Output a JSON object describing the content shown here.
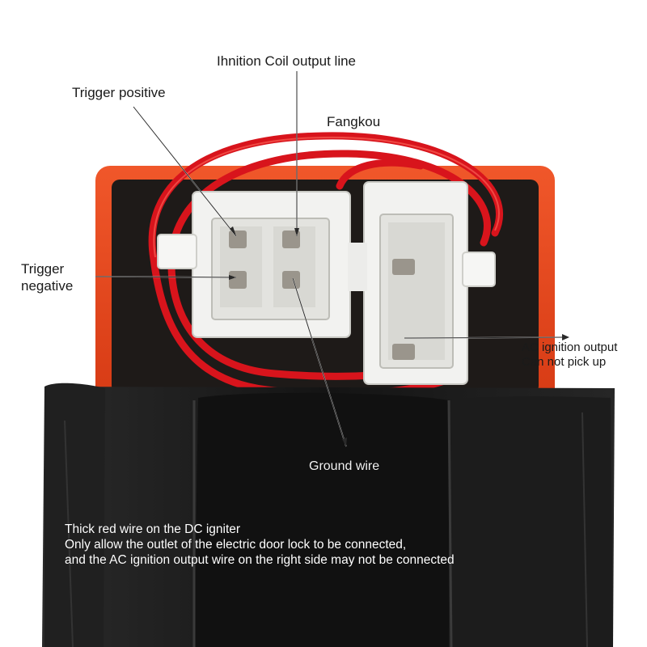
{
  "labels": {
    "ignition_coil": "Ihnition Coil output line",
    "trigger_positive": "Trigger positive",
    "fangkou": "Fangkou",
    "trigger_negative_line1": "Trigger",
    "trigger_negative_line2": "negative",
    "ac_output_line1": "AC ignition output",
    "ac_output_line2": "Can not pick up",
    "ground_wire": "Ground wire"
  },
  "note": {
    "line1": "Thick red wire on the DC igniter",
    "line2": "Only allow the outlet of the electric door lock to be connected,",
    "line3": "and the AC ignition output wire on the right side may not be connected"
  },
  "colors": {
    "housing": "#e8461c",
    "wire": "#d8141c",
    "connector": "#f2f2f0",
    "tape": "#1b1b1b",
    "pin": "#9a958c"
  }
}
